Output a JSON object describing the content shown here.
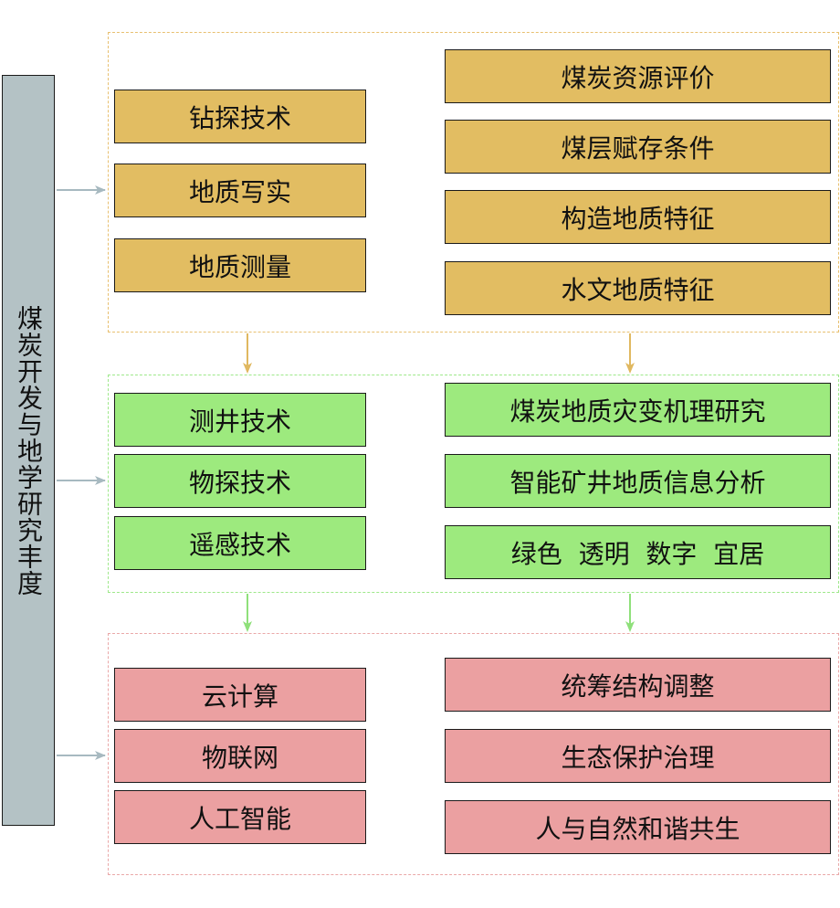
{
  "colors": {
    "sidebar": "#b4c2c5",
    "yellow": "#e2bd62",
    "green": "#9dea7e",
    "red": "#eba0a1",
    "yellow_border": "#e8c070",
    "green_border": "#9ee88a",
    "red_border": "#eaa8a8",
    "side_arrow": "#a7b9c0"
  },
  "sidebar": {
    "label": "煤炭开发与地学研究丰度"
  },
  "groups": [
    {
      "left": [
        "钻探技术",
        "地质写实",
        "地质测量"
      ],
      "right": [
        "煤炭资源评价",
        "煤层赋存条件",
        "构造地质特征",
        "水文地质特征"
      ]
    },
    {
      "left": [
        "测井技术",
        "物探技术",
        "遥感技术"
      ],
      "right": [
        "煤炭地质灾变机理研究",
        "智能矿井地质信息分析",
        "绿色  透明  数字  宜居"
      ]
    },
    {
      "left": [
        "云计算",
        "物联网",
        "人工智能"
      ],
      "right": [
        "统筹结构调整",
        "生态保护治理",
        "人与自然和谐共生"
      ]
    }
  ]
}
